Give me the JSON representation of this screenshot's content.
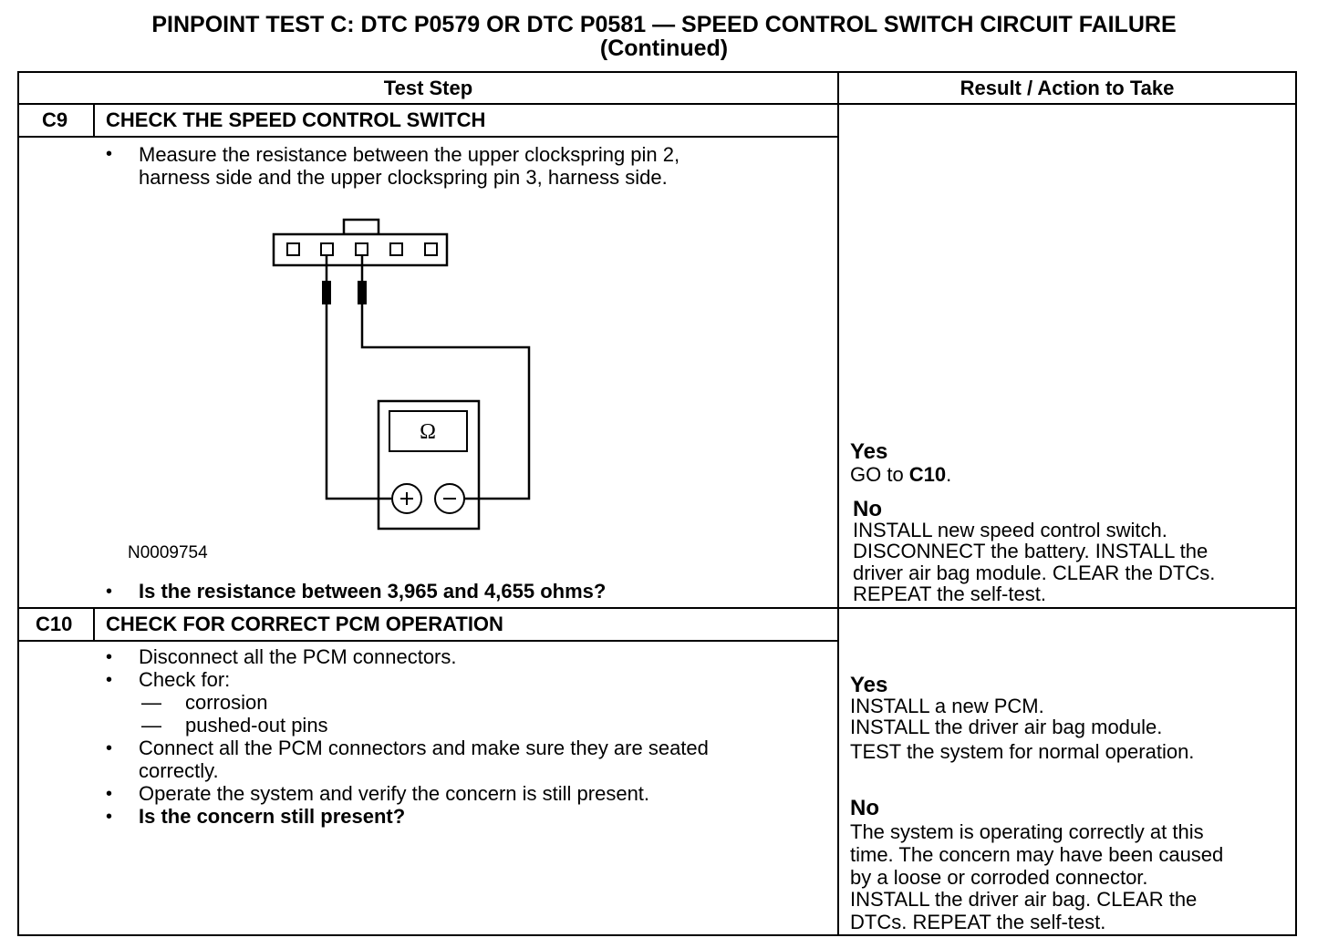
{
  "title": {
    "line1": "PINPOINT TEST  C: DTC P0579 OR DTC P0581 — SPEED CONTROL SWITCH CIRCUIT FAILURE",
    "line2": "(Continued)"
  },
  "table": {
    "headers": [
      "Test Step",
      "Result / Action to Take"
    ],
    "c9": {
      "id": "C9",
      "title": "CHECK THE SPEED CONTROL SWITCH",
      "instructions": [
        "Measure the resistance between the upper clockspring pin 2,",
        "harness side and the upper clockspring pin 3, harness side."
      ],
      "figure_id": "N0009754",
      "meter_symbol": "Ω",
      "question": "Is the resistance between 3,965 and 4,655 ohms?",
      "yes_label": "Yes",
      "yes_prefix": "GO to ",
      "yes_target": "C10",
      "yes_suffix": ".",
      "no_label": "No",
      "no_lines": [
        "INSTALL new speed control switch.",
        "DISCONNECT the battery. INSTALL  the",
        "driver air bag module. CLEAR the DTCs.",
        "REPEAT the self-test."
      ]
    },
    "c10": {
      "id": "C10",
      "title": "CHECK FOR CORRECT PCM OPERATION",
      "steps": [
        "Disconnect all the PCM connectors.",
        "Check for:",
        "corrosion",
        "pushed-out pins",
        "Connect all the PCM connectors and make sure they are seated",
        "correctly.",
        "Operate the system and verify the concern is still present.",
        "Is the concern still present?"
      ],
      "yes_label": "Yes",
      "yes_lines": [
        "INSTALL a new PCM.",
        "INSTALL the driver air bag module.",
        "TEST  the system for normal operation."
      ],
      "no_label": "No",
      "no_lines": [
        "The system is operating correctly at this",
        "time. The concern may have been caused",
        "by a loose or corroded connector.",
        "INSTALL the driver air bag. CLEAR the",
        "DTCs. REPEAT the self-test."
      ]
    }
  }
}
